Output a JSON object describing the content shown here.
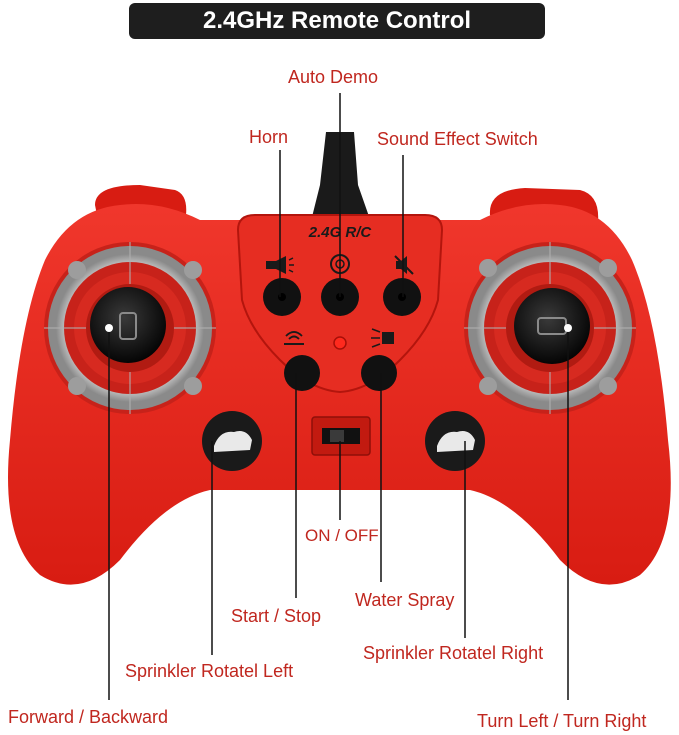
{
  "title": "2.4GHz Remote Control",
  "device_text": "2.4G R/C",
  "colors": {
    "brand_red": "#e8241b",
    "label_red": "#c0271f",
    "title_bg": "#1e1e1e"
  },
  "labels": {
    "auto_demo": "Auto Demo",
    "horn": "Horn",
    "sound_effect_switch": "Sound Effect Switch",
    "on_off": "ON / OFF",
    "water_spray": "Water Spray",
    "start_stop": "Start / Stop",
    "sprinkler_rotate_right": "Sprinkler Rotatel Right",
    "sprinkler_rotate_left": "Sprinkler Rotatel Left",
    "forward_backward": "Forward / Backward",
    "turn_left_right": "Turn Left / Turn Right"
  },
  "icons": [
    "horn-icon",
    "auto-demo-icon",
    "sound-mute-icon",
    "signal-icon",
    "water-spray-icon",
    "sprinkler-icon"
  ]
}
